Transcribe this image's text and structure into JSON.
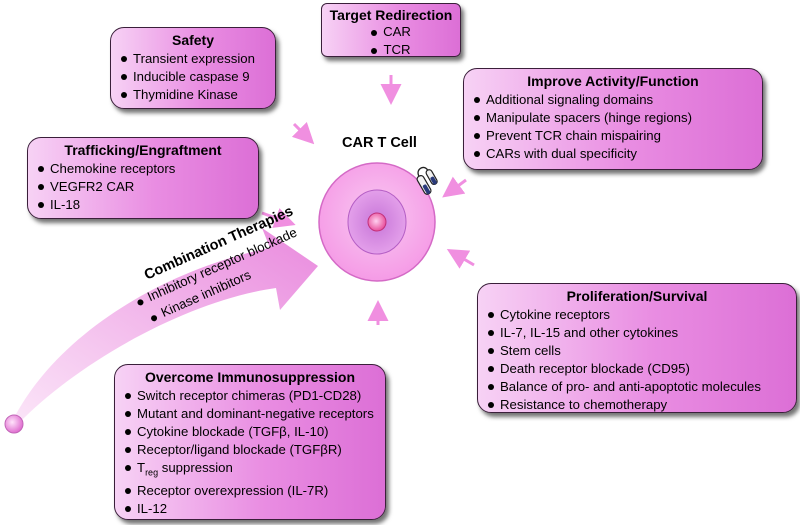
{
  "center_label": "CAR T Cell",
  "boxes": {
    "target_redirection": {
      "title": "Target Redirection",
      "items": [
        "CAR",
        "TCR"
      ]
    },
    "safety": {
      "title": "Safety",
      "items": [
        "Transient expression",
        "Inducible caspase 9",
        "Thymidine Kinase"
      ]
    },
    "improve_activity": {
      "title": "Improve Activity/Function",
      "items": [
        "Additional signaling domains",
        "Manipulate spacers (hinge regions)",
        "Prevent TCR chain mispairing",
        "CARs with dual specificity"
      ]
    },
    "trafficking": {
      "title": "Trafficking/Engraftment",
      "items": [
        "Chemokine receptors",
        "VEGFR2 CAR",
        "IL-18"
      ]
    },
    "proliferation": {
      "title": "Proliferation/Survival",
      "items": [
        "Cytokine receptors",
        "IL-7, IL-15 and other cytokines",
        "Stem cells",
        "Death receptor blockade (CD95)",
        "Balance of pro- and anti-apoptotic molecules",
        "Resistance to chemotherapy"
      ]
    },
    "immunosuppression": {
      "title": "Overcome Immunosuppression",
      "items": [
        "Switch receptor chimeras (PD1-CD28)",
        "Mutant and dominant-negative receptors",
        "Cytokine blockade (TGFβ, IL-10)",
        "Receptor/ligand blockade (TGFβR)",
        "T",
        "reg",
        " suppression",
        "Receptor overexpression (IL-7R)",
        "IL-12"
      ]
    }
  },
  "combination": {
    "title": "Combination Therapies",
    "items": [
      "Inhibitory receptor blockade",
      "Kinase inhibitors"
    ]
  },
  "colors": {
    "box_light": "#f7d2f5",
    "box_dark": "#dc6fd6",
    "arrow": "#f08fe0",
    "cell_outer": "#f7b8ee",
    "cell_mid": "#e597e6",
    "nucleus": "#f070b8"
  }
}
